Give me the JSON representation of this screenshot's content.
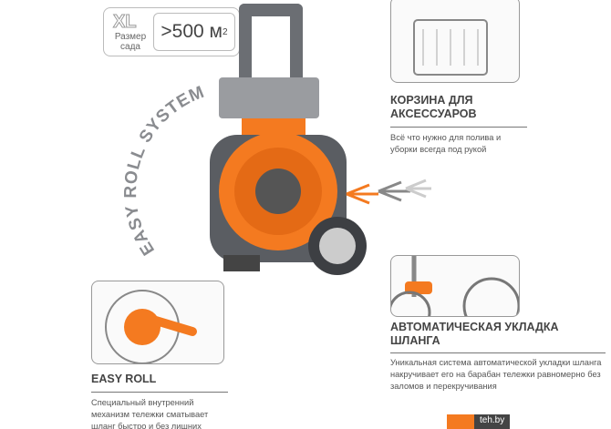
{
  "size_badge": {
    "class": "XL",
    "label": "Размер сада",
    "value": ">500 м",
    "superscript": "2"
  },
  "system_label": "EASY ROLL SYSTEM",
  "features": [
    {
      "title": "КОРЗИНА ДЛЯ АКСЕССУАРОВ",
      "text": "Всё что нужно для полива и уборки всегда под рукой"
    },
    {
      "title": "АВТОМАТИЧЕСКАЯ УКЛАДКА ШЛАНГА",
      "text": "Уникальная система автоматической укладки шланга накручивает его на барабан тележки равномерно без заломов и перекручивания"
    },
    {
      "title": "EASY ROLL",
      "text": "Специальный внутренний механизм тележки сматывает шланг быстро и без лишних усилий"
    }
  ],
  "watermark": "teh.by",
  "colors": {
    "accent": "#f47a20",
    "body": "#5a5d62"
  }
}
